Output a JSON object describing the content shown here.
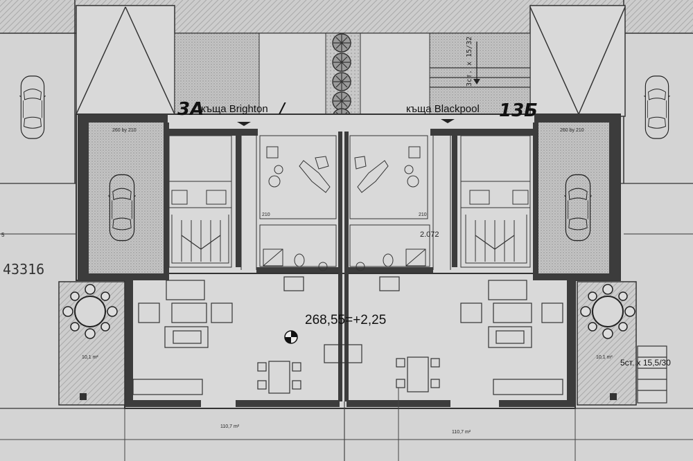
{
  "labels": {
    "house_left": "къща Brighton",
    "house_left_hand": "3А",
    "house_left_suffix": "/",
    "house_right": "къща Blackpool",
    "house_right_hand": "13Б",
    "level_main": "268,55=+2,25",
    "parcel_number": "43316",
    "dim_center": "2.072",
    "stairs_top": "Зст. х 15/32",
    "stairs_right": "5ст. х 15,5/30",
    "garage_left_size": "260 by 210",
    "garage_right_size": "260 by 210",
    "area_bottom_left": "110,7 m²",
    "area_bottom_right": "110,7 m²",
    "terrace_left_area": "10,1 m²",
    "terrace_right_area": "10,1 m²",
    "door_code": "210",
    "axis_mark": "5"
  },
  "colors": {
    "paper": "#d6d6d6",
    "wall": "#3a3a3a",
    "ink": "#1e1e1e",
    "hatch": "#9a9a9a"
  },
  "icons": [
    "car-icon",
    "tree-icon",
    "level-mark-icon",
    "table-icon",
    "entrance-arrow-icon"
  ]
}
